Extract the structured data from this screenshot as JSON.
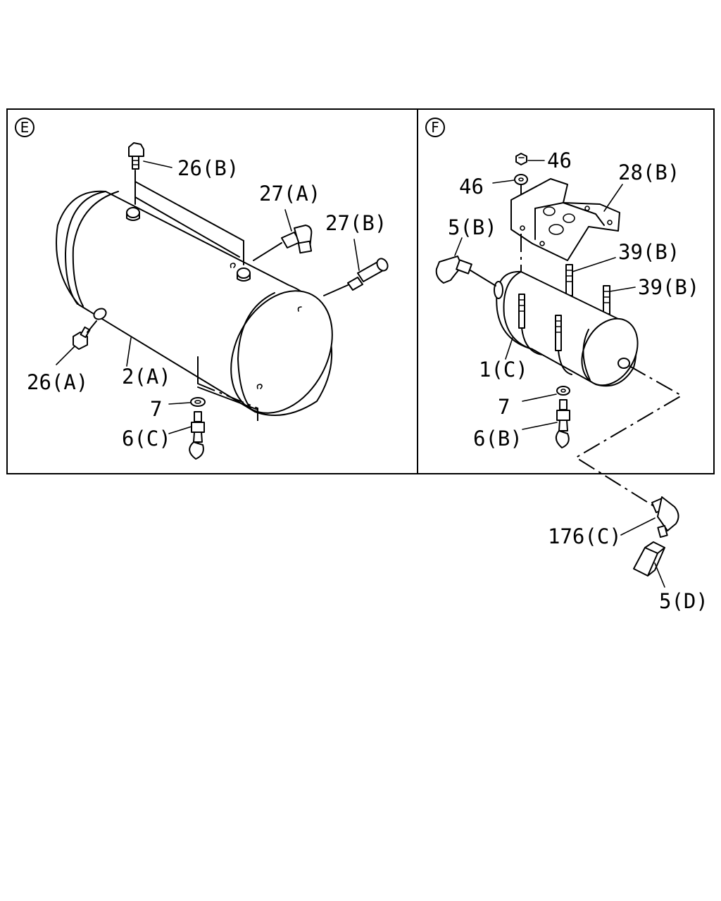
{
  "panels": [
    {
      "id": "E",
      "badge": "E"
    },
    {
      "id": "F",
      "badge": "F"
    }
  ],
  "callouts": {
    "e_26b": "26(B)",
    "e_27a": "27(A)",
    "e_27b": "27(B)",
    "e_26a": "26(A)",
    "e_2a": "2(A)",
    "e_7": "7",
    "e_6c": "6(C)",
    "f_46_top": "46",
    "f_46_mid": "46",
    "f_28b": "28(B)",
    "f_5b": "5(B)",
    "f_39b_1": "39(B)",
    "f_39b_2": "39(B)",
    "f_1c": "1(C)",
    "f_7": "7",
    "f_6b": "6(B)",
    "f_176c": "176(C)",
    "f_5d": "5(D)"
  }
}
